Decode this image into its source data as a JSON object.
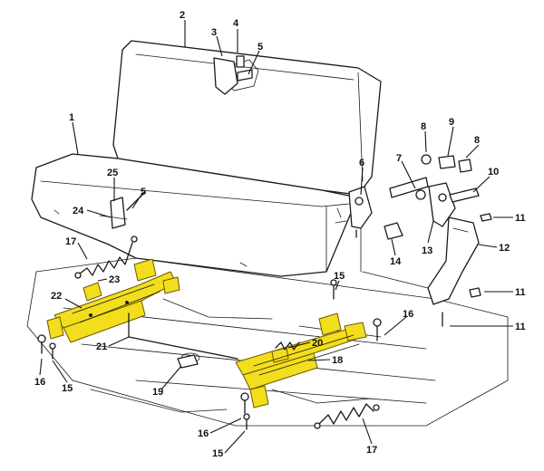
{
  "diagram": {
    "highlight_color": "#f2de1c",
    "callouts": [
      {
        "label": "1"
      },
      {
        "label": "2"
      },
      {
        "label": "3"
      },
      {
        "label": "4"
      },
      {
        "label": "5"
      },
      {
        "label": "5"
      },
      {
        "label": "6"
      },
      {
        "label": "7"
      },
      {
        "label": "8"
      },
      {
        "label": "9"
      },
      {
        "label": "8"
      },
      {
        "label": "10"
      },
      {
        "label": "11"
      },
      {
        "label": "12"
      },
      {
        "label": "11"
      },
      {
        "label": "11"
      },
      {
        "label": "13"
      },
      {
        "label": "14"
      },
      {
        "label": "15"
      },
      {
        "label": "16"
      },
      {
        "label": "17"
      },
      {
        "label": "23"
      },
      {
        "label": "22"
      },
      {
        "label": "21"
      },
      {
        "label": "16"
      },
      {
        "label": "15"
      },
      {
        "label": "19"
      },
      {
        "label": "20"
      },
      {
        "label": "18"
      },
      {
        "label": "16"
      },
      {
        "label": "15"
      },
      {
        "label": "17"
      },
      {
        "label": "24"
      },
      {
        "label": "25"
      }
    ]
  }
}
